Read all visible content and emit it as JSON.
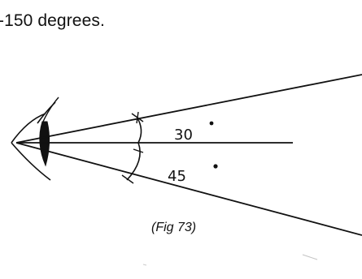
{
  "heading": "-150 degrees.",
  "figure": {
    "label_upper": "30",
    "label_lower": "45",
    "caption": "(Fig 73)",
    "ink_color": "#111111"
  }
}
